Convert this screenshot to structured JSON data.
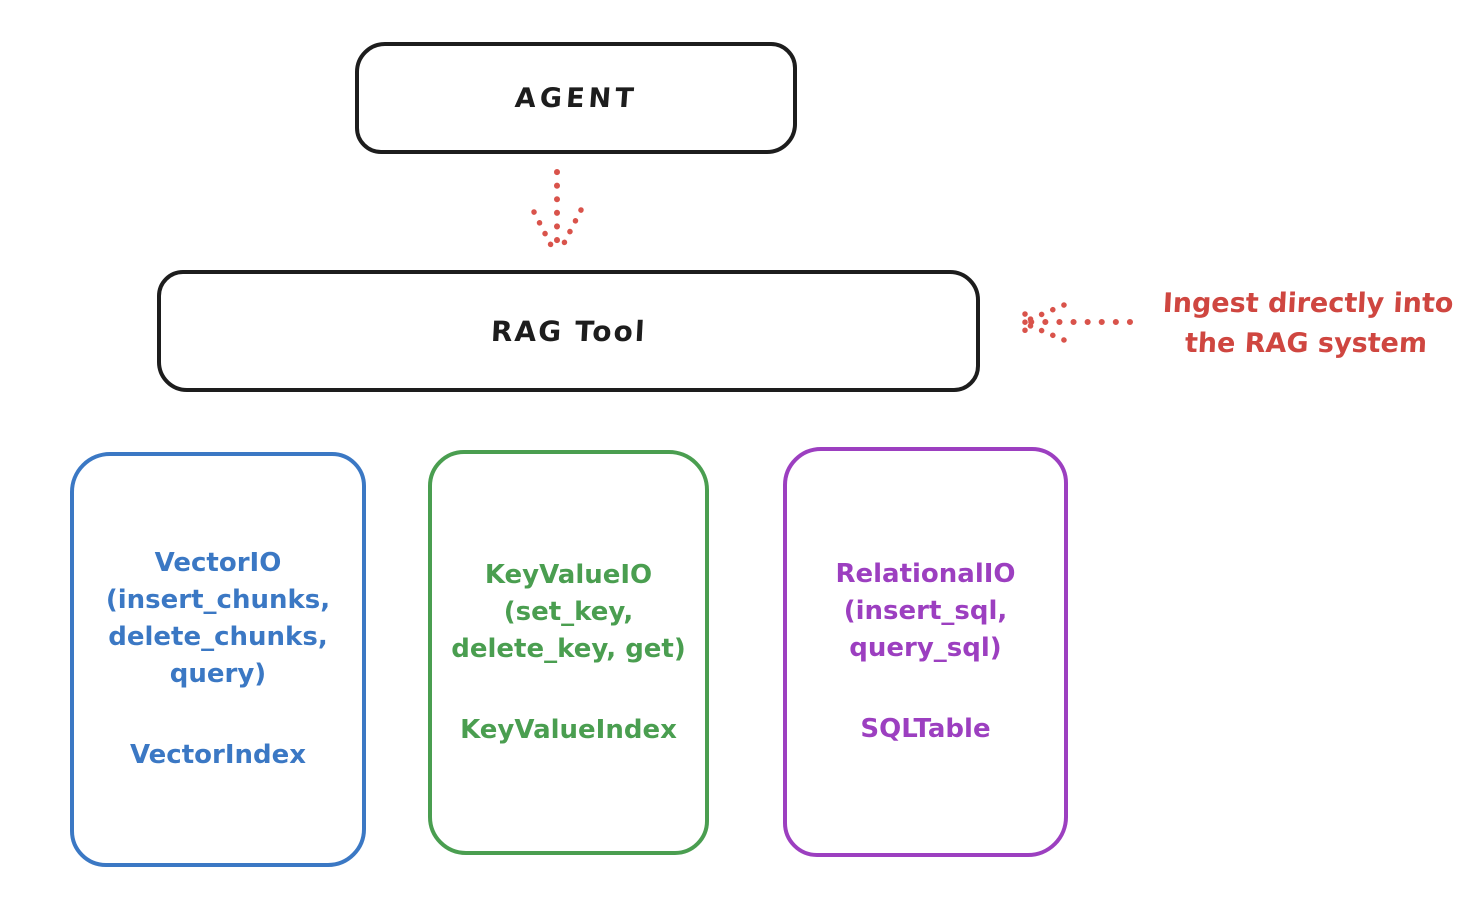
{
  "diagram": {
    "agent": {
      "label": "AGENT"
    },
    "rag_tool": {
      "label": "RAG Tool"
    },
    "annotation": {
      "line1": "Ingest directly into",
      "line2": "the RAG system"
    },
    "backends": [
      {
        "title_line": "VectorIO",
        "method_lines": [
          "(insert_chunks,",
          "delete_chunks,",
          "query)"
        ],
        "index_label": "VectorIndex",
        "color": "#3b78c4"
      },
      {
        "title_line": "KeyValueIO",
        "method_lines": [
          "(set_key,",
          "delete_key, get)"
        ],
        "index_label": "KeyValueIndex",
        "color": "#4a9e50"
      },
      {
        "title_line": "RelationalIO",
        "method_lines": [
          "(insert_sql,",
          "query_sql)"
        ],
        "index_label": "SQLTable",
        "color": "#9c3fc0"
      }
    ],
    "colors": {
      "ink": "#1d1d1d",
      "accent_red": "#cf4640",
      "blue": "#3b78c4",
      "green": "#4a9e50",
      "purple": "#9c3fc0"
    }
  }
}
